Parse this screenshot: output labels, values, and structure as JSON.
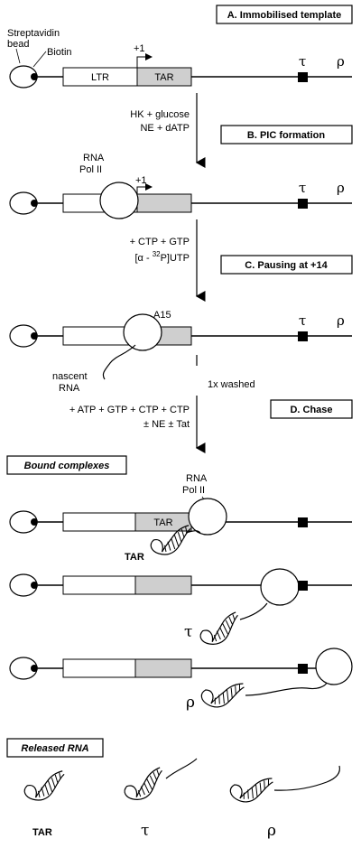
{
  "steps": {
    "a": "A. Immobilised template",
    "b": "B. PIC formation",
    "c": "C. Pausing at +14",
    "d": "D. Chase"
  },
  "labels": {
    "streptavidin_1": "Streptavidin",
    "streptavidin_2": "bead",
    "biotin": "Biotin",
    "plus_one": "+1",
    "ltr": "LTR",
    "tar": "TAR",
    "tau": "τ",
    "rho": "ρ",
    "rna_pol_1": "RNA",
    "rna_pol_2": "Pol II",
    "a15": "A15",
    "nascent_1": "nascent",
    "nascent_2": "RNA"
  },
  "reagents": {
    "b_line1": "HK + glucose",
    "b_line2": "NE + dATP",
    "c_line1": "+ CTP + GTP",
    "c_line2_pre": "[α - ",
    "c_line2_sup": "32",
    "c_line2_post": "P]UTP",
    "washed": "1x washed",
    "d_line1": "+ ATP + GTP + CTP + CTP",
    "d_line2": "± NE ± Tat"
  },
  "sections": {
    "bound": "Bound complexes",
    "released": "Released RNA"
  },
  "released": {
    "tar": "TAR",
    "tau": "τ",
    "rho": "ρ"
  }
}
